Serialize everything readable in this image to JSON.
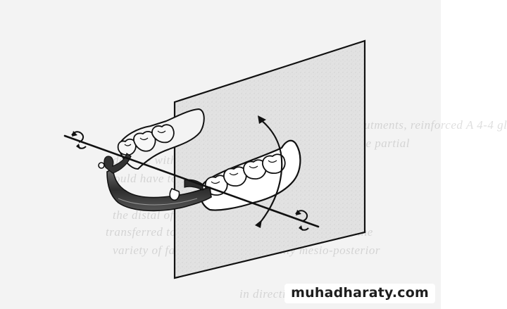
{
  "background_text": {
    "lines": [
      "en two terminal abutments, reinforced A 4-4 gl",
      "Fig 4-13 Rotation in the horizontal plane. The partial",
      "denture with anterior and posterior extension",
      "would have to be tolerated. An attachment",
      "the distal of the terminal abutment. Stresses",
      "transferred to the retaining teeth may depend on the",
      "variety of factors that are generally mesio-posterior",
      "in direction"
    ]
  },
  "colors": {
    "ink": "#111111",
    "plane_fill": "#e2e2e2",
    "background": "#f3f3f3"
  },
  "watermark": {
    "text": "muhadharaty.com"
  }
}
